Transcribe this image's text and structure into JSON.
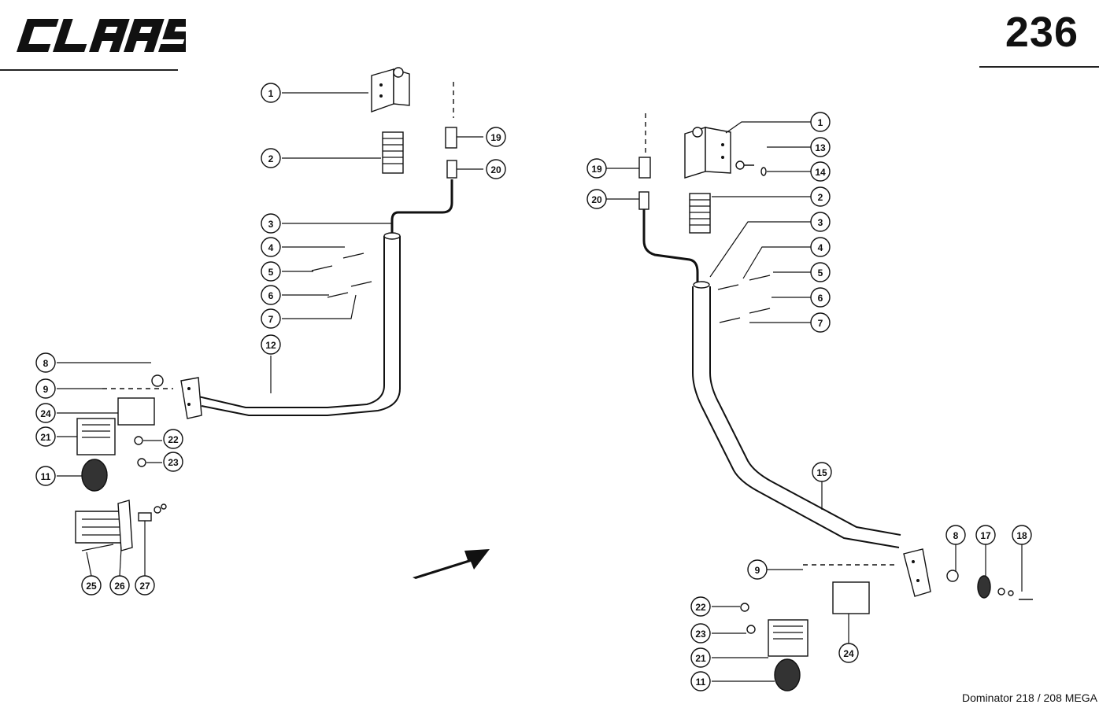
{
  "header": {
    "brand": "CLAAS",
    "page_number": "236"
  },
  "footer": {
    "model": "Dominator 218 / 208 MEGA"
  },
  "left_assembly": {
    "callouts": [
      "1",
      "2",
      "3",
      "4",
      "5",
      "6",
      "7",
      "12",
      "19",
      "20",
      "8",
      "9",
      "24",
      "21",
      "22",
      "23",
      "11",
      "25",
      "26",
      "27"
    ]
  },
  "right_assembly": {
    "callouts": [
      "1",
      "13",
      "14",
      "2",
      "19",
      "20",
      "3",
      "4",
      "5",
      "6",
      "7",
      "15",
      "8",
      "17",
      "18",
      "9",
      "22",
      "23",
      "21",
      "24",
      "11"
    ]
  },
  "icons": [
    "direction-arrow-icon"
  ]
}
